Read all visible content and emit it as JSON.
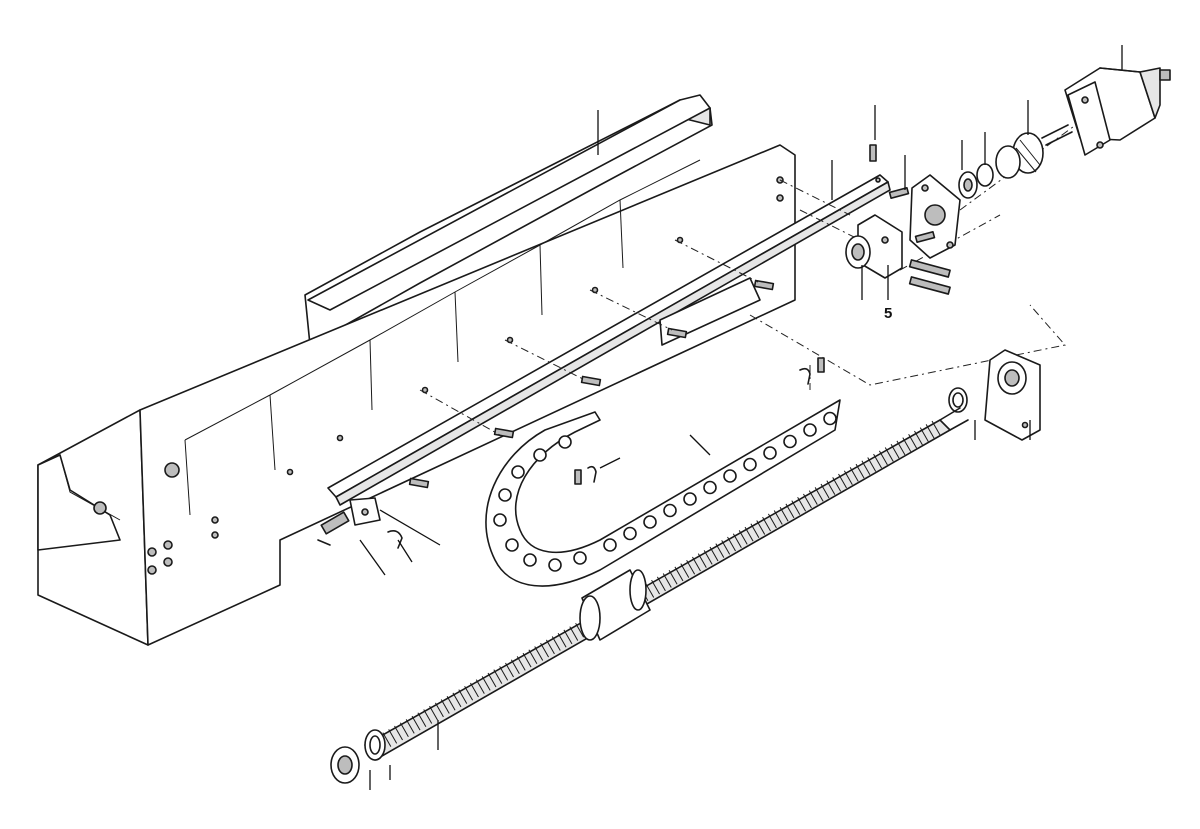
{
  "diagram": {
    "type": "exploded-assembly",
    "callouts": [
      {
        "id": "ballscrew-bearing-block",
        "label": "5"
      }
    ],
    "parts": [
      {
        "name": "machine-base"
      },
      {
        "name": "linear-rail"
      },
      {
        "name": "slide-plate"
      },
      {
        "name": "stepper-motor"
      },
      {
        "name": "flexible-coupling"
      },
      {
        "name": "motor-mount-block"
      },
      {
        "name": "bearing-block"
      },
      {
        "name": "end-support-block"
      },
      {
        "name": "ball-screw"
      },
      {
        "name": "ball-nut"
      },
      {
        "name": "cable-chain"
      },
      {
        "name": "limit-switch"
      }
    ]
  }
}
